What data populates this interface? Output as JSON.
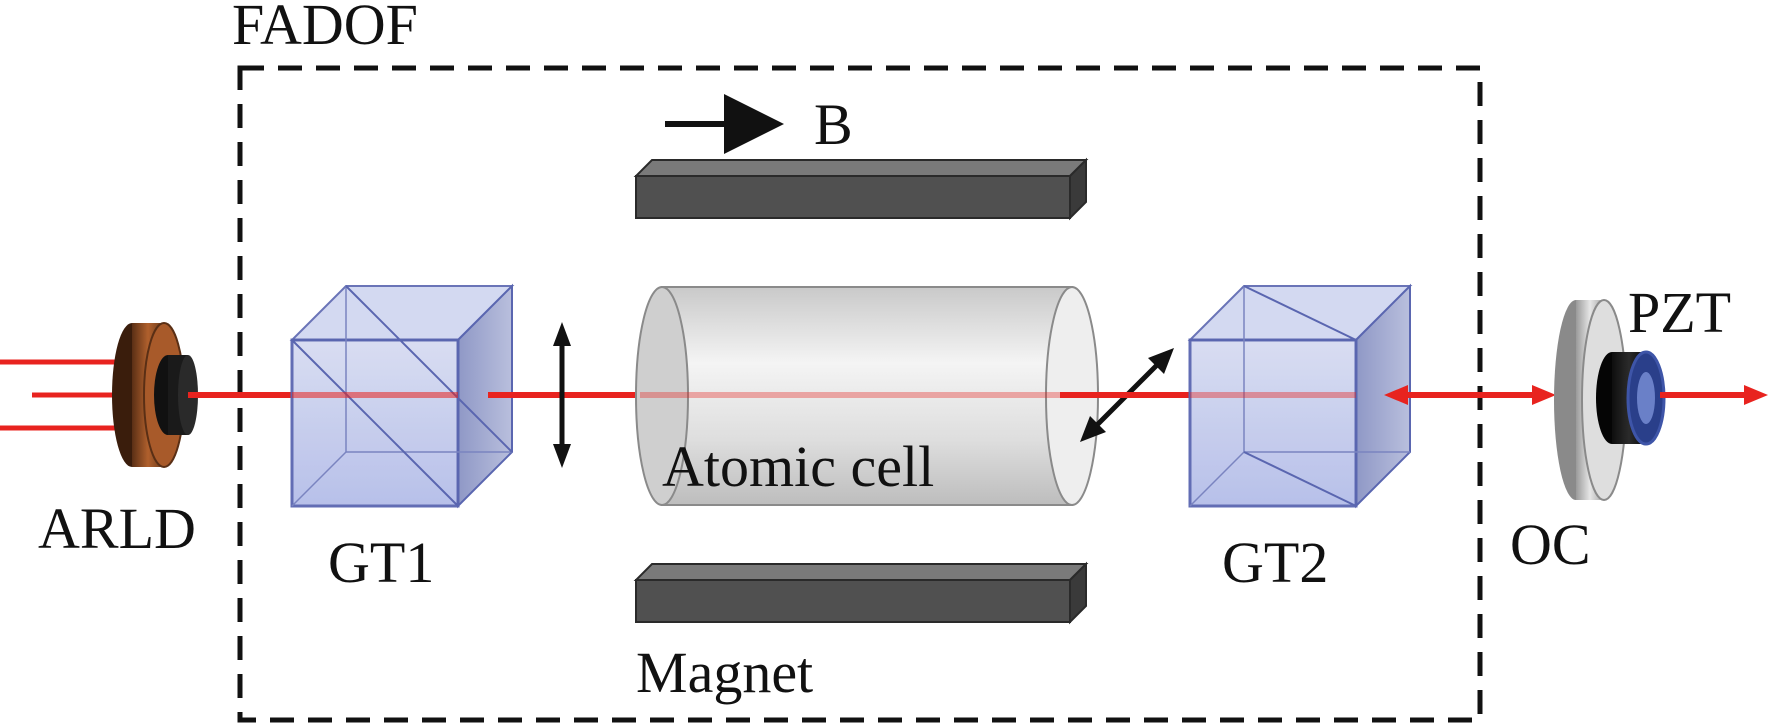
{
  "labels": {
    "fadof": "FADOF",
    "field": "B",
    "laser": "ARLD",
    "polarizer_in": "GT1",
    "cell": "Atomic cell",
    "polarizer_out": "GT2",
    "magnet": "Magnet",
    "output_coupler": "OC",
    "piezo": "PZT"
  },
  "colors": {
    "beam": "#e8231f",
    "magnet": "#4f4f4f",
    "cube": "#aab6e6",
    "cube_edge": "#5a66b0",
    "box_border": "#111111"
  }
}
